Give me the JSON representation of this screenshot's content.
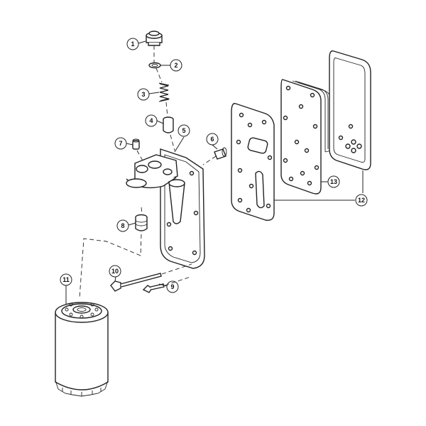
{
  "diagram": {
    "callouts": [
      {
        "id": "callout-1",
        "text": "1"
      },
      {
        "id": "callout-2",
        "text": "2"
      },
      {
        "id": "callout-3",
        "text": "3"
      },
      {
        "id": "callout-4",
        "text": "4"
      },
      {
        "id": "callout-5",
        "text": "5"
      },
      {
        "id": "callout-6",
        "text": "6"
      },
      {
        "id": "callout-7",
        "text": "7"
      },
      {
        "id": "callout-8",
        "text": "8"
      },
      {
        "id": "callout-9",
        "text": "9"
      },
      {
        "id": "callout-10",
        "text": "10"
      },
      {
        "id": "callout-11",
        "text": "11"
      },
      {
        "id": "callout-12",
        "text": "12"
      },
      {
        "id": "callout-13",
        "text": "13"
      }
    ]
  }
}
